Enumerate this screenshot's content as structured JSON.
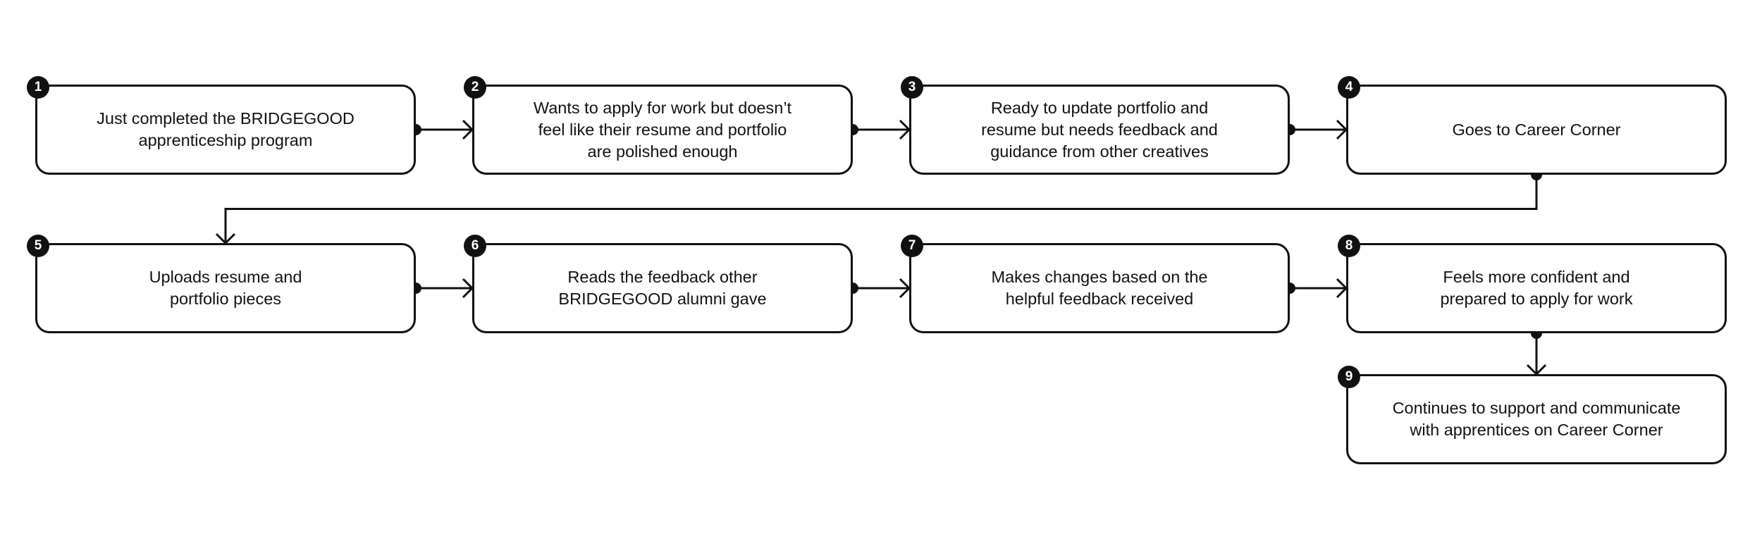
{
  "colors": {
    "stroke": "#111111",
    "badge": "#111111",
    "badge_text": "#ffffff",
    "background": "#ffffff"
  },
  "steps": [
    {
      "number": "1",
      "text": "Just completed the BRIDGEGOOD\napprenticeship program"
    },
    {
      "number": "2",
      "text": "Wants to apply for work but doesn’t\nfeel like their resume and portfolio\nare polished enough"
    },
    {
      "number": "3",
      "text": "Ready to update portfolio and\nresume but needs feedback and\nguidance from other creatives"
    },
    {
      "number": "4",
      "text": "Goes to Career Corner"
    },
    {
      "number": "5",
      "text": "Uploads resume and\nportfolio pieces"
    },
    {
      "number": "6",
      "text": "Reads the feedback other\nBRIDGEGOOD alumni gave"
    },
    {
      "number": "7",
      "text": "Makes changes based on the\nhelpful feedback received"
    },
    {
      "number": "8",
      "text": "Feels more confident and\nprepared to apply for work"
    },
    {
      "number": "9",
      "text": "Continues to support and communicate\nwith apprentices on Career Corner"
    }
  ],
  "connections": [
    {
      "from": "1",
      "to": "2"
    },
    {
      "from": "2",
      "to": "3"
    },
    {
      "from": "3",
      "to": "4"
    },
    {
      "from": "4",
      "to": "5"
    },
    {
      "from": "5",
      "to": "6"
    },
    {
      "from": "6",
      "to": "7"
    },
    {
      "from": "7",
      "to": "8"
    },
    {
      "from": "8",
      "to": "9"
    }
  ]
}
